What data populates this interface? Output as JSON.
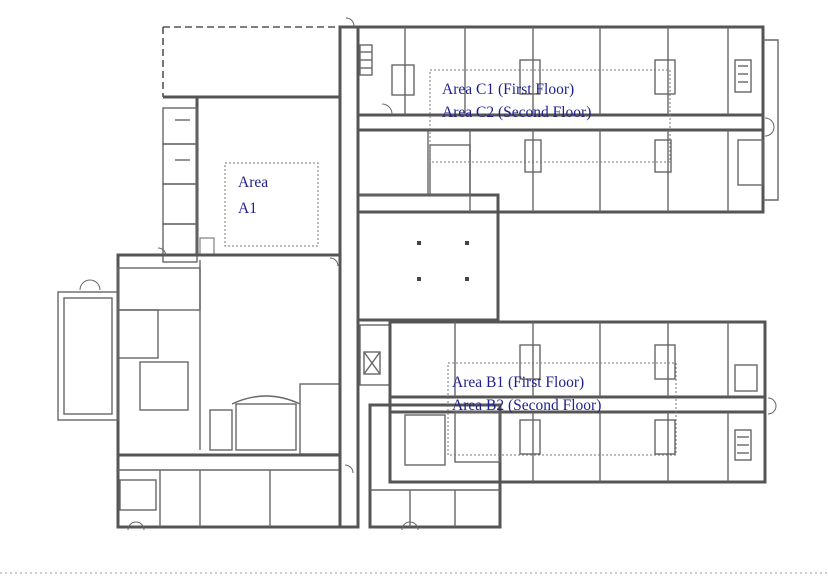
{
  "areas": {
    "a1": {
      "line1": "Area",
      "line2": "A1"
    },
    "c": {
      "line1": "Area C1 (First Floor)",
      "line2": "Area C2 (Second Floor)"
    },
    "b": {
      "line1": "Area B1 (First Floor)",
      "line2": "Area B2 (Second Floor)"
    }
  },
  "colors": {
    "label": "#1f1f8f",
    "wall": "#555555"
  }
}
